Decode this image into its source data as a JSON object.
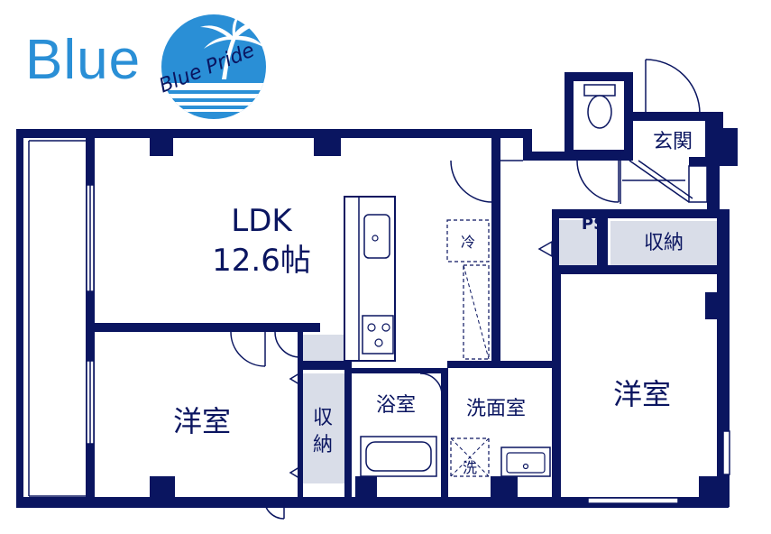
{
  "brand": {
    "name": "Blue",
    "logo_text": "Blue Pride",
    "color": "#2a8fd6"
  },
  "colors": {
    "wall": "#0a1560",
    "line": "#0a1560",
    "fill": "#d9dde8",
    "fixture_bg": "#eef0f6"
  },
  "rooms": {
    "ldk": {
      "name": "LDK",
      "size": "12.6帖"
    },
    "western_left": {
      "name": "洋室"
    },
    "western_right": {
      "name": "洋室"
    },
    "storage_left": {
      "name": "収\n納"
    },
    "storage_right": {
      "name": "収納"
    },
    "bath": {
      "name": "浴室"
    },
    "washroom": {
      "name": "洗面室"
    },
    "entrance": {
      "name": "玄関"
    }
  },
  "symbols": {
    "ps": "PS",
    "fridge": "冷",
    "washer": "洗"
  }
}
